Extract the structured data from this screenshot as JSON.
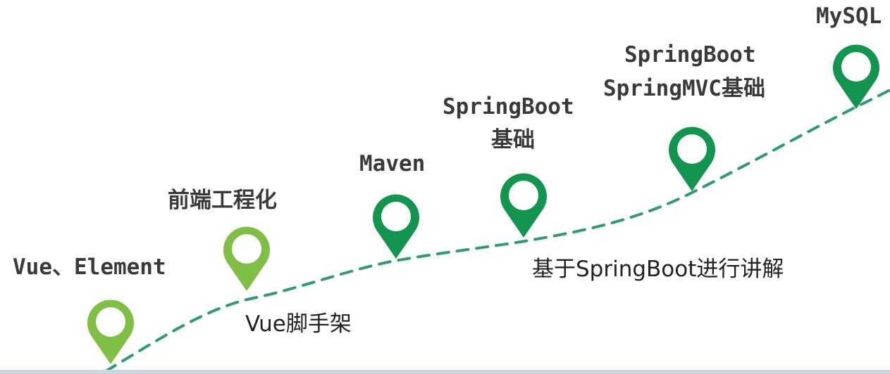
{
  "colors": {
    "path": "#2f9a74",
    "light_green": "#7fbf45",
    "mid_green": "#4caf50",
    "dark_green": "#13954f",
    "text": "#3a3a3a"
  },
  "milestones": [
    {
      "label": "Vue、Element",
      "color": "light_green"
    },
    {
      "label": "前端工程化",
      "color": "light_green"
    },
    {
      "label": "Maven",
      "color": "dark_green"
    },
    {
      "label": "SpringBoot",
      "label2": "基础",
      "color": "dark_green"
    },
    {
      "label": "SpringBoot",
      "label2": "SpringMVC基础",
      "color": "dark_green"
    },
    {
      "label": "MySQL",
      "color": "dark_green"
    }
  ],
  "path_notes": {
    "scaffold": "Vue脚手架",
    "springboot_note": "基于SpringBoot进行讲解"
  }
}
